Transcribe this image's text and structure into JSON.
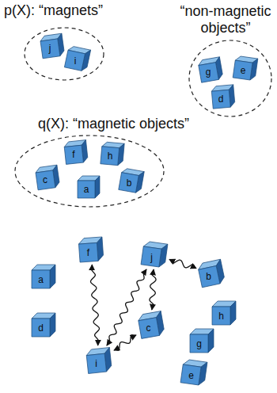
{
  "diagram": {
    "nodes": [
      {
        "text": [
          "p(X): “magnets”"
        ]
      },
      {
        "text": [
          "j"
        ],
        "in": 0
      },
      {
        "text": [
          "i"
        ],
        "in": 0
      },
      {
        "text": [
          "“non-magnetic objects”"
        ]
      },
      {
        "text": [
          "g"
        ],
        "in": 3
      },
      {
        "text": [
          "e"
        ],
        "in": 3
      },
      {
        "text": [
          "d"
        ],
        "in": 3
      },
      {
        "text": [
          "q(X): “magnetic objects”"
        ]
      },
      {
        "text": [
          "f"
        ],
        "in": 7
      },
      {
        "text": [
          "h"
        ],
        "in": 7
      },
      {
        "text": [
          "c"
        ],
        "in": 7
      },
      {
        "text": [
          "a"
        ],
        "in": 7
      },
      {
        "text": [
          "b"
        ],
        "in": 7
      },
      {
        "text": [
          "a"
        ]
      },
      {
        "text": [
          "f"
        ]
      },
      {
        "text": [
          "j"
        ]
      },
      {
        "text": [
          "b"
        ]
      },
      {
        "text": [
          "d"
        ]
      },
      {
        "text": [
          "c"
        ]
      },
      {
        "text": [
          "h"
        ]
      },
      {
        "text": [
          "g"
        ]
      },
      {
        "text": [
          "i"
        ]
      },
      {
        "text": [
          "e"
        ]
      }
    ],
    "edges": [
      {
        "from": 14,
        "to": 21,
        "arrow": "both"
      },
      {
        "from": 21,
        "to": 15,
        "arrow": "both"
      },
      {
        "from": 15,
        "to": 16,
        "arrow": "both"
      },
      {
        "from": 15,
        "to": 18,
        "arrow": "both"
      },
      {
        "from": 18,
        "to": 21,
        "arrow": "both"
      }
    ]
  }
}
